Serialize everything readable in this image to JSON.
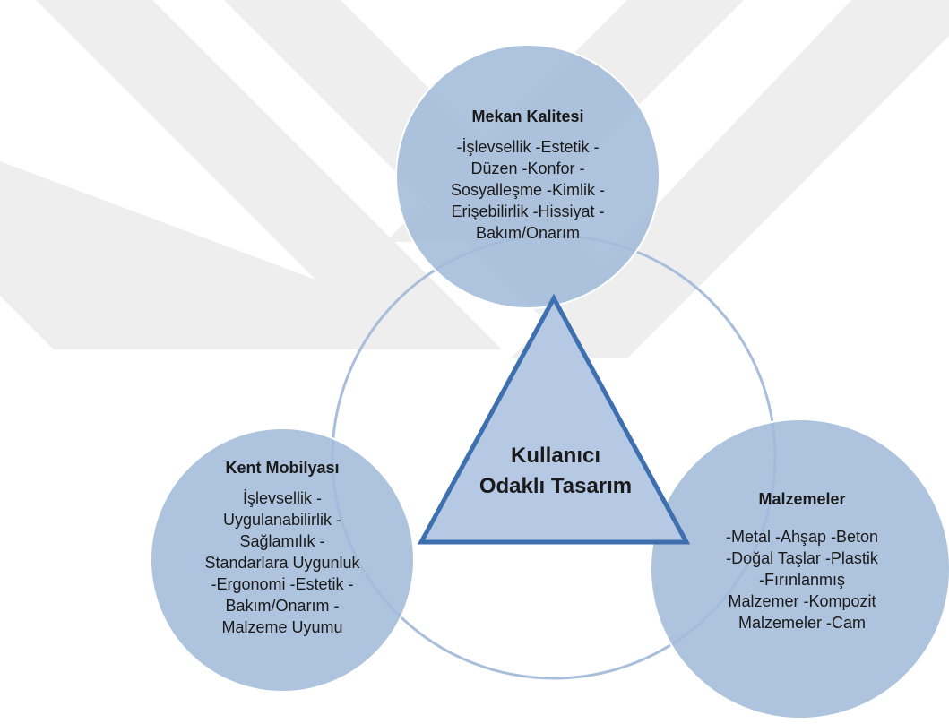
{
  "colors": {
    "circle_fill": "#a3bbd8",
    "circle_stroke": "#ffffff",
    "ring_stroke": "#a9bedb",
    "triangle_fill": "#b6c9e4",
    "triangle_stroke": "#3e6fae",
    "watermark": "#eeeeee"
  },
  "center": {
    "line1": "Kullanıcı",
    "line2": "Odaklı Tasarım"
  },
  "top": {
    "title": "Mekan Kalitesi",
    "lines": [
      "-İşlevsellik -Estetik -",
      "Düzen -Konfor -",
      "Sosyalleşme -Kimlik -",
      "Erişebilirlik -Hissiyat -",
      "Bakım/Onarım"
    ]
  },
  "left": {
    "title": "Kent Mobilyası",
    "lines": [
      "İşlevsellik -",
      "Uygulanabilirlik -",
      "Sağlamılık -",
      "Standarlara Uygunluk",
      "-Ergonomi -Estetik -",
      "Bakım/Onarım -",
      "Malzeme Uyumu"
    ]
  },
  "right": {
    "title": "Malzemeler",
    "lines": [
      "-Metal -Ahşap -Beton",
      "-Doğal Taşlar -Plastik",
      "-Fırınlanmış",
      "Malzemer -Kompozit",
      "Malzemeler -Cam"
    ]
  }
}
